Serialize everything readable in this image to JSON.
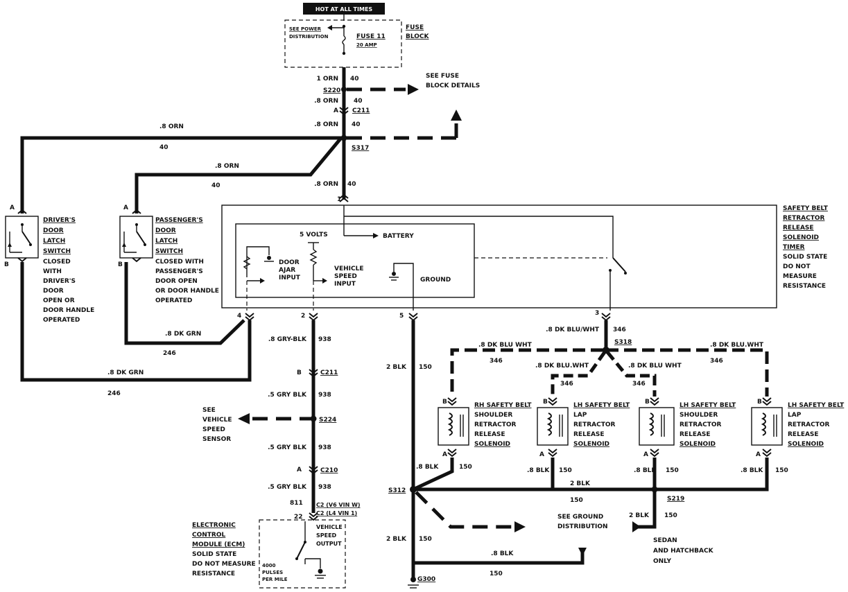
{
  "header": {
    "hot_label": "HOT AT ALL TIMES"
  },
  "fuse": {
    "block": [
      "FUSE",
      "BLOCK"
    ],
    "power": [
      "SEE POWER",
      "DISTRIBUTION"
    ],
    "fuse": [
      "FUSE 11",
      "20 AMP"
    ]
  },
  "refs": {
    "fuse_details": [
      "SEE FUSE",
      "BLOCK DETAILS"
    ],
    "ground_dist": [
      "SEE GROUND",
      "DISTRIBUTION"
    ],
    "speed_sensor": [
      "SEE",
      "VEHICLE",
      "SPEED",
      "SENSOR"
    ],
    "sedan": [
      "SEDAN",
      "AND HATCHBACK",
      "ONLY"
    ]
  },
  "splices": {
    "s220": "S220",
    "c211": "C211",
    "s317": "S317",
    "s318": "S318",
    "c211b": "C211",
    "s224": "S224",
    "c210": "C210",
    "s312": "S312",
    "s219": "S219",
    "g300": "G300",
    "c2_v6": "C2 (V6 VIN W)",
    "c2_l4": "C2 (L4 VIN 1)"
  },
  "wires": {
    "w1": "1 ORN",
    "w1n": "40",
    "w2": ".8 ORN",
    "w2n": "40",
    "w3": ".8 ORN",
    "w3n": "40",
    "w4": ".8 ORN",
    "w4n": "40",
    "w5": ".8 ORN",
    "w5n": "40",
    "w6": ".8 ORN",
    "w6n": "40",
    "w7": ".8 DK GRN",
    "w7n": "246",
    "w8": ".8 DK GRN",
    "w8n": "246",
    "w9": ".8 GRY-BLK",
    "w9n": "938",
    "w10": ".5 GRY BLK",
    "w10n": "938",
    "w11": ".5 GRY BLK",
    "w11n": "938",
    "w12": ".5 GRY BLK",
    "w12n": "938",
    "w13": "2 BLK",
    "w13n": "150",
    "w14": "2 BLK",
    "w14n": "150",
    "w15": ".8 BLK",
    "w15n": "150",
    "w16": ".8 DK BLU/WHT",
    "w16n": "346",
    "w17": ".8 DK BLU WHT",
    "w17n": "346",
    "w18": ".8 DK BLU.WHT",
    "w18n": "346",
    "w19": ".8 DK BLU.WHT",
    "w19n": "346",
    "w20": ".8 DK BLU WHT",
    "w20n": "346",
    "w21": ".8 DK BLU.WHT",
    "w21n": "346",
    "w22": ".8 BLK",
    "w22n": "150",
    "w23": ".8 BLK",
    "w23n": "150",
    "w24": ".8 BLK",
    "w24n": "150",
    "w25": ".8 BLK",
    "w25n": "150",
    "w26": "2 BLK",
    "w26n": "150",
    "w27": "2 BLK",
    "w27n": "150",
    "w28": "811"
  },
  "pins": {
    "p1": "1",
    "p2": "2",
    "p3": "3",
    "p4": "4",
    "p5": "5",
    "drvA": "A",
    "drvB": "B",
    "pasA": "A",
    "pasB": "B",
    "c211A": "A",
    "c211B": "B",
    "c210A": "A",
    "c2pin": "22",
    "rhB": "B",
    "rhA": "A",
    "lhlapB": "B",
    "lhlapA": "A",
    "lhsB": "B",
    "lhsA": "A",
    "lhlap2B": "B",
    "lhlap2A": "A"
  },
  "timer": {
    "title": [
      "SAFETY BELT",
      "RETRACTOR",
      "RELEASE",
      "SOLENOID",
      "TIMER"
    ],
    "desc": [
      "SOLID STATE",
      "DO NOT",
      "MEASURE",
      "RESISTANCE"
    ],
    "five_volts": "5 VOLTS",
    "battery": "BATTERY",
    "door_ajar": [
      "DOOR",
      "AJAR",
      "INPUT"
    ],
    "speed_input": [
      "VEHICLE",
      "SPEED",
      "INPUT"
    ],
    "ground": "GROUND"
  },
  "switches": {
    "driver_title": [
      "DRIVER'S",
      "DOOR",
      "LATCH",
      "SWITCH"
    ],
    "driver_desc": [
      "CLOSED",
      "WITH",
      "DRIVER'S",
      "DOOR",
      "OPEN OR",
      "DOOR HANDLE",
      "OPERATED"
    ],
    "pass_title": [
      "PASSENGER'S",
      "DOOR",
      "LATCH",
      "SWITCH"
    ],
    "pass_desc": [
      "CLOSED WITH",
      "PASSENGER'S",
      "DOOR OPEN",
      "OR DOOR HANDLE",
      "OPERATED"
    ]
  },
  "solenoids": {
    "rh": [
      "RH SAFETY BELT",
      "SHOULDER",
      "RETRACTOR",
      "RELEASE",
      "SOLENOID"
    ],
    "lh_lap": [
      "LH SAFETY BELT",
      "LAP",
      "RETRACTOR",
      "RELEASE",
      "SOLENOID"
    ],
    "lh_sh": [
      "LH SAFETY BELT",
      "SHOULDER",
      "RETRACTOR",
      "RELEASE",
      "SOLENOID"
    ],
    "lh_lap2": [
      "LH SAFETY BELT",
      "LAP",
      "RETRACTOR",
      "RELEASE",
      "SOLENOID"
    ]
  },
  "ecm": {
    "title": [
      "ELECTRONIC",
      "CONTROL",
      "MODULE (ECM)"
    ],
    "desc": [
      "SOLID STATE",
      "DO NOT MEASURE",
      "RESISTANCE"
    ],
    "output": [
      "VEHICLE",
      "SPEED",
      "OUTPUT"
    ],
    "pulses": [
      "4000",
      "PULSES",
      "PER MILE"
    ]
  }
}
